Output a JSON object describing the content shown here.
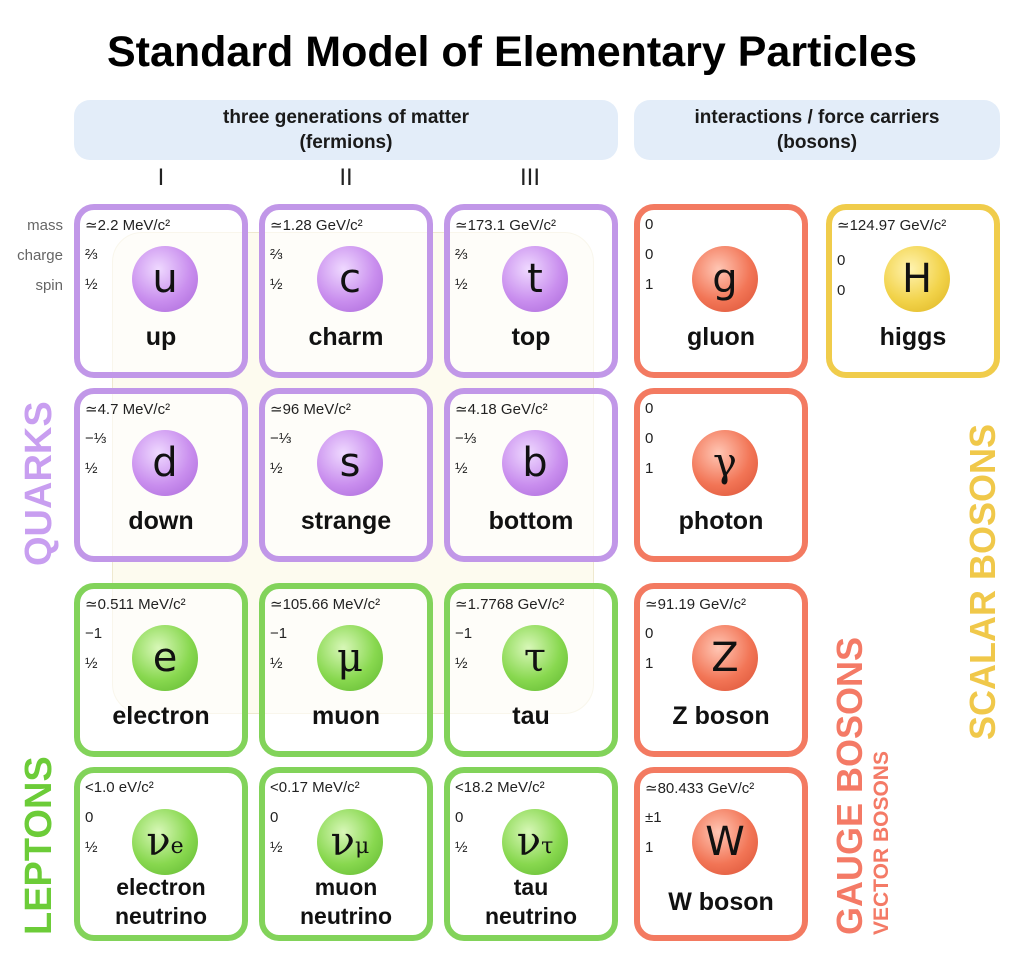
{
  "title": "Standard Model of Elementary Particles",
  "banners": {
    "fermions_line1": "three generations of matter",
    "fermions_line2": "(fermions)",
    "bosons_line1": "interactions / force carriers",
    "bosons_line2": "(bosons)"
  },
  "generations": [
    "I",
    "II",
    "III"
  ],
  "row_labels": {
    "mass": "mass",
    "charge": "charge",
    "spin": "spin"
  },
  "group_labels": {
    "quarks": "QUARKS",
    "leptons": "LEPTONS",
    "gauge_bosons": "GAUGE BOSONS",
    "vector_bosons": "VECTOR BOSONS",
    "scalar_bosons": "SCALAR BOSONS"
  },
  "colors": {
    "quark": "#c197e8",
    "lepton": "#82d35a",
    "gauge": "#f37a61",
    "scalar": "#f0cc4b",
    "banner": "#e3edf9"
  },
  "particles": {
    "up": {
      "mass": "≃2.2 MeV/c²",
      "charge": "⅔",
      "spin": "½",
      "symbol": "u",
      "name": "up"
    },
    "charm": {
      "mass": "≃1.28 GeV/c²",
      "charge": "⅔",
      "spin": "½",
      "symbol": "c",
      "name": "charm"
    },
    "top": {
      "mass": "≃173.1 GeV/c²",
      "charge": "⅔",
      "spin": "½",
      "symbol": "t",
      "name": "top"
    },
    "gluon": {
      "mass": "0",
      "charge": "0",
      "spin": "1",
      "symbol": "g",
      "name": "gluon"
    },
    "higgs": {
      "mass": "≃124.97 GeV/c²",
      "charge": "0",
      "spin": "0",
      "symbol": "H",
      "name": "higgs"
    },
    "down": {
      "mass": "≃4.7 MeV/c²",
      "charge": "−⅓",
      "spin": "½",
      "symbol": "d",
      "name": "down"
    },
    "strange": {
      "mass": "≃96 MeV/c²",
      "charge": "−⅓",
      "spin": "½",
      "symbol": "s",
      "name": "strange"
    },
    "bottom": {
      "mass": "≃4.18 GeV/c²",
      "charge": "−⅓",
      "spin": "½",
      "symbol": "b",
      "name": "bottom"
    },
    "photon": {
      "mass": "0",
      "charge": "0",
      "spin": "1",
      "symbol": "γ",
      "name": "photon"
    },
    "electron": {
      "mass": "≃0.511 MeV/c²",
      "charge": "−1",
      "spin": "½",
      "symbol": "e",
      "name": "electron"
    },
    "muon": {
      "mass": "≃105.66 MeV/c²",
      "charge": "−1",
      "spin": "½",
      "symbol": "μ",
      "name": "muon"
    },
    "tau": {
      "mass": "≃1.7768 GeV/c²",
      "charge": "−1",
      "spin": "½",
      "symbol": "τ",
      "name": "tau"
    },
    "z_boson": {
      "mass": "≃91.19 GeV/c²",
      "charge": "0",
      "spin": "1",
      "symbol": "Z",
      "name": "Z boson"
    },
    "electron_neutrino": {
      "mass": "<1.0 eV/c²",
      "charge": "0",
      "spin": "½",
      "symbol": "ν",
      "subscript": "e",
      "name_line1": "electron",
      "name_line2": "neutrino"
    },
    "muon_neutrino": {
      "mass": "<0.17 MeV/c²",
      "charge": "0",
      "spin": "½",
      "symbol": "ν",
      "subscript": "μ",
      "name_line1": "muon",
      "name_line2": "neutrino"
    },
    "tau_neutrino": {
      "mass": "<18.2 MeV/c²",
      "charge": "0",
      "spin": "½",
      "symbol": "ν",
      "subscript": "τ",
      "name_line1": "tau",
      "name_line2": "neutrino"
    },
    "w_boson": {
      "mass": "≃80.433 GeV/c²",
      "charge": "±1",
      "spin": "1",
      "symbol": "W",
      "name": "W boson"
    }
  }
}
